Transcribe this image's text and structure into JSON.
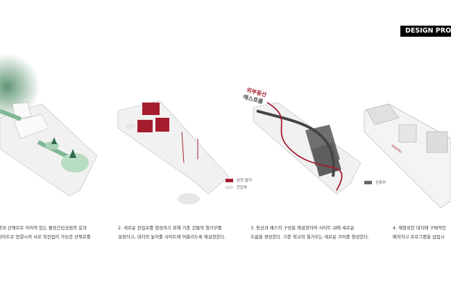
{
  "header": {
    "title": "DESIGN PROCESS"
  },
  "colors": {
    "accent": "#a51d2d",
    "green": "#5e9e78",
    "mass": "#6b6b6b",
    "entry": "#e2e2e2"
  },
  "steps": [
    {
      "line1": "관과 산책로로 이어져 있는 불광근린공원의 길과",
      "line2": "사이트로 연결시켜 서로 직진입이 가능한 산책로를"
    },
    {
      "line1": "2. 새로운 진입로를 형성하기 위해 기존 건물의 철거부를",
      "line2": "설정하고, 대지의 높이를 사이트에 어울리도록 재설정한다."
    },
    {
      "line1": "3. 동선과 매스의 구성을 재설정하여 사이트 내에 새로운",
      "line2": "흐름을 생성한다. 기존 학교의 철거부는 새로운 코어를 형성한다."
    },
    {
      "line1": "4. 재형성한 대지에 구체적인",
      "line2": "배치하고 프로그램을 삽입시"
    }
  ],
  "legend2": {
    "demolish": "완전 철거",
    "entry": "진입부"
  },
  "legend3": {
    "new": "신축부"
  },
  "labels3": {
    "outer": "외부동선",
    "mass": "매스흐름"
  },
  "labels4": {
    "parking": "PARKING"
  }
}
